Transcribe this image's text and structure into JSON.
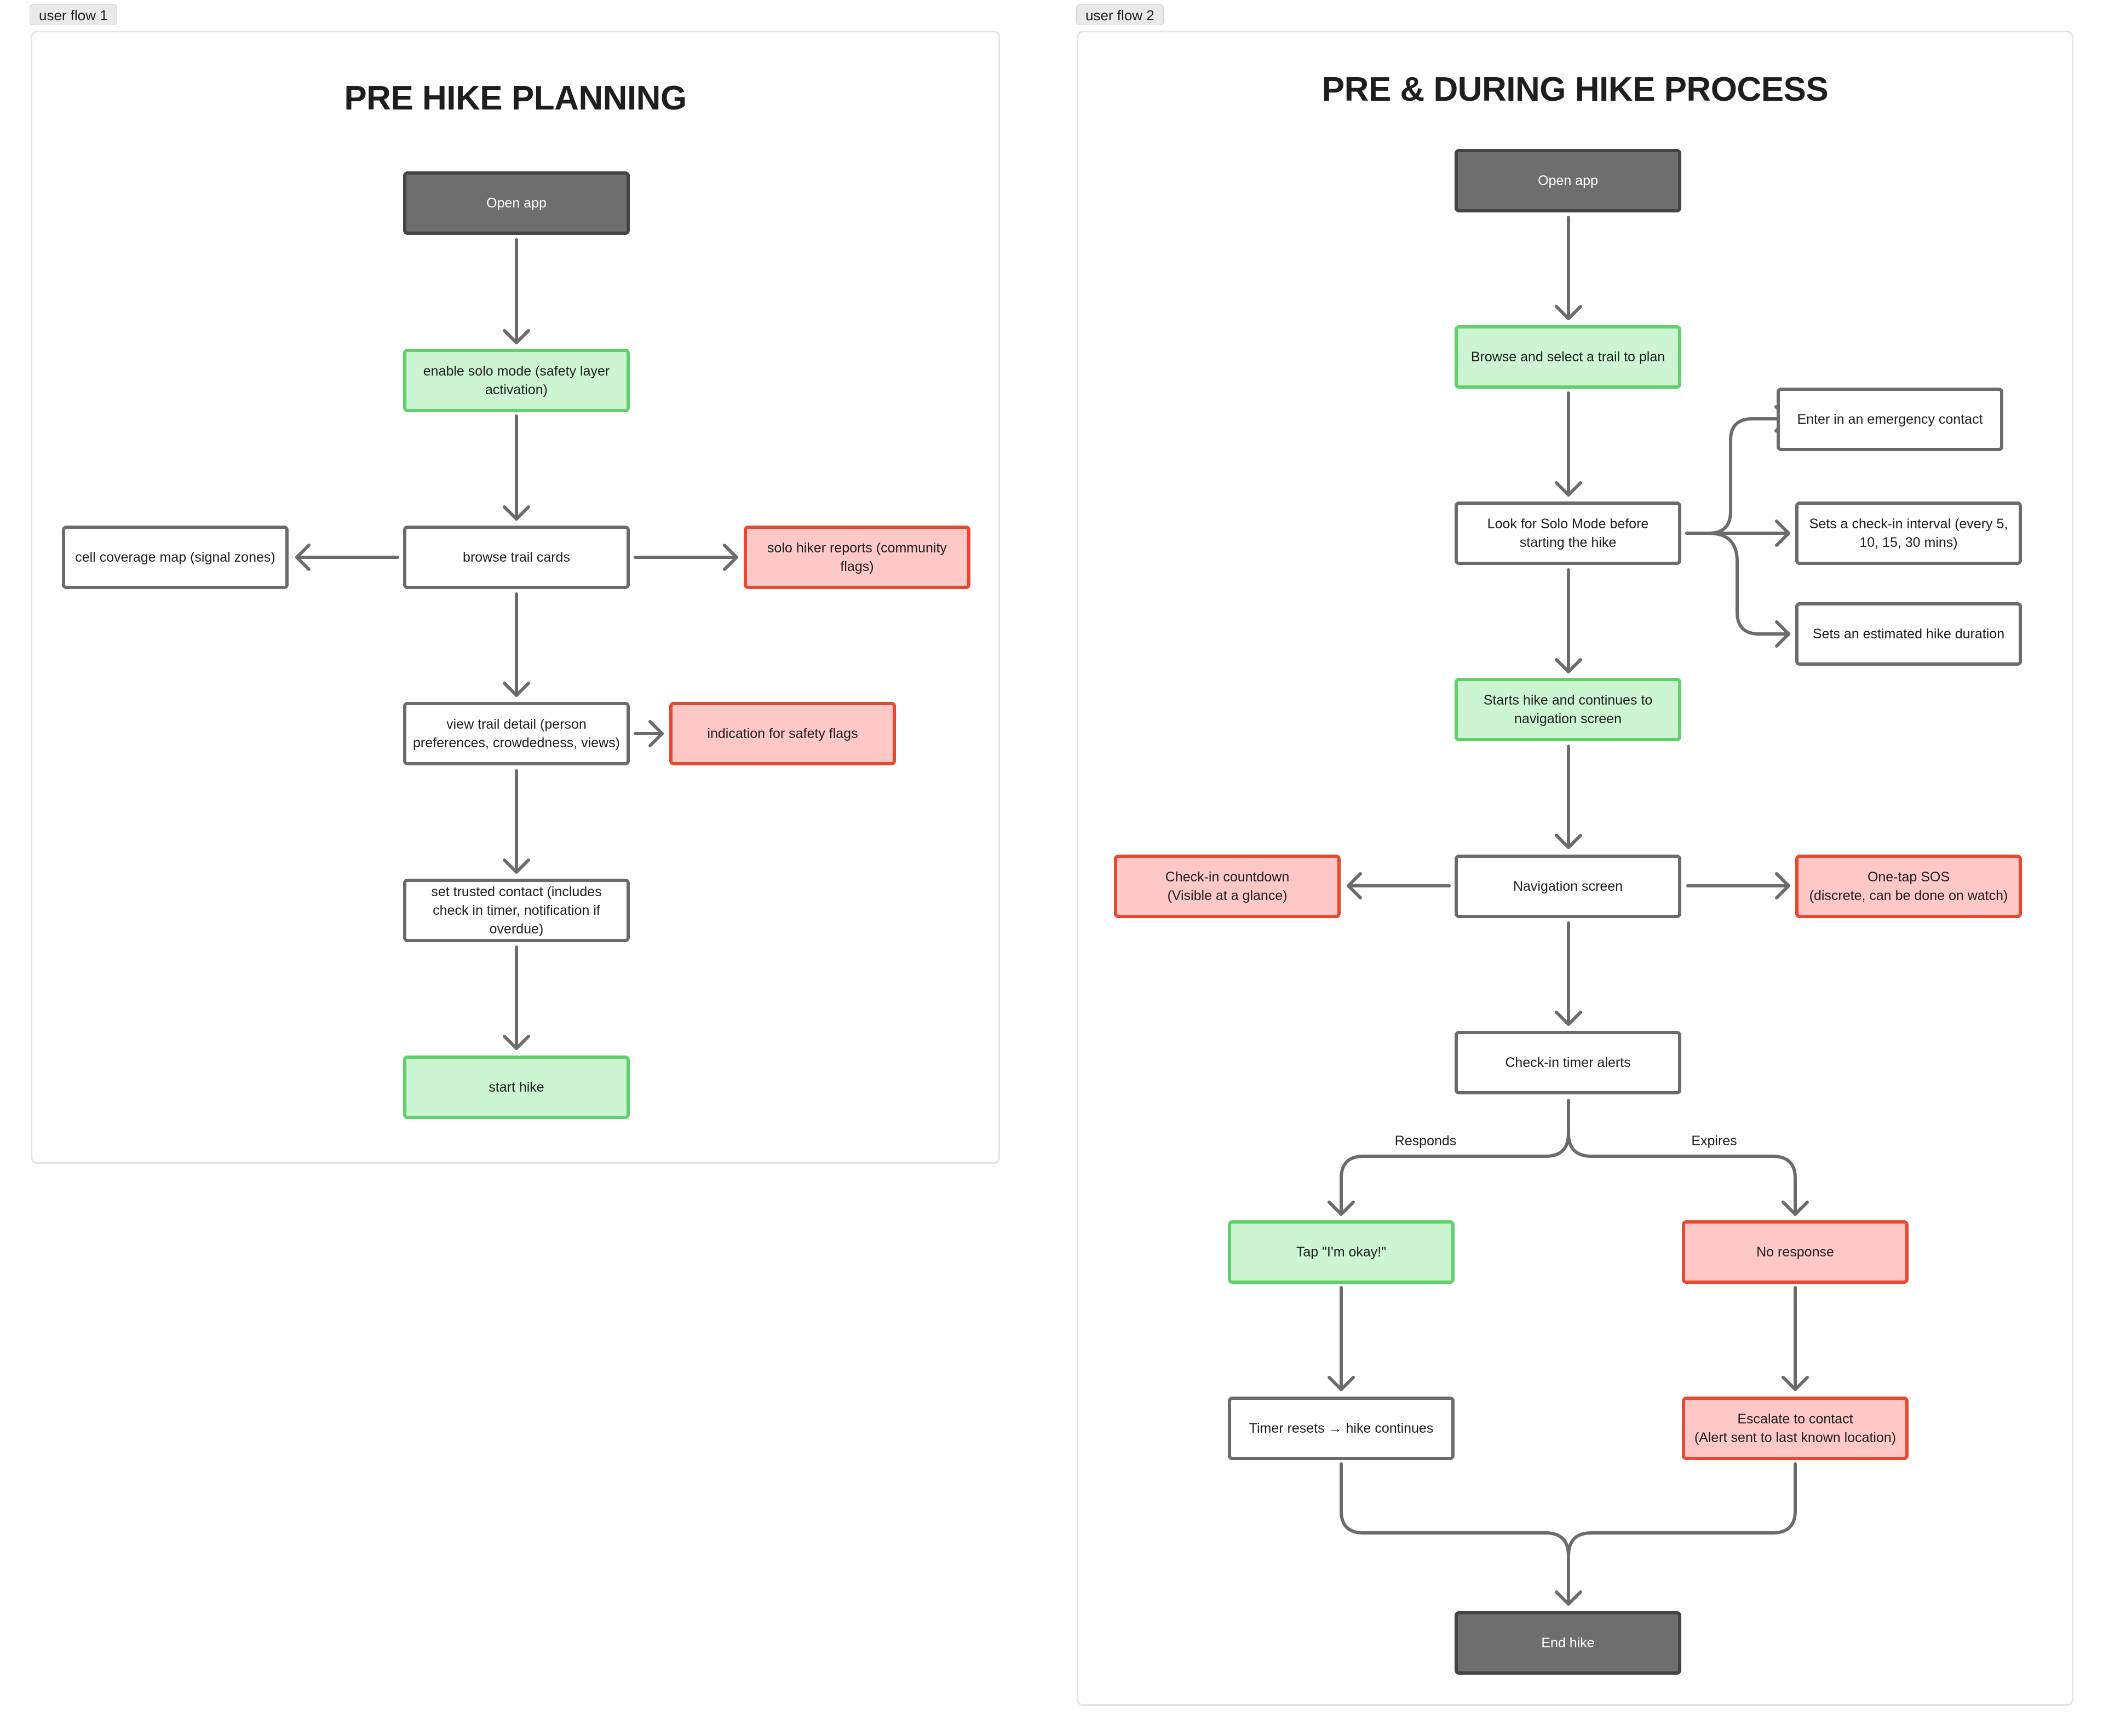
{
  "flow1": {
    "frame_label": "user flow 1",
    "title": "PRE HIKE PLANNING",
    "nodes": {
      "open_app": "Open app",
      "enable_solo": "enable solo mode (safety layer activation)",
      "browse_cards": "browse trail cards",
      "coverage_map": "cell coverage map (signal zones)",
      "solo_reports": "solo hiker reports (community flags)",
      "trail_detail": "view trail detail (person preferences, crowdedness, views)",
      "safety_flags": "indication for safety flags",
      "trusted_contact": "set trusted contact (includes check in timer, notification if overdue)",
      "start_hike": "start hike"
    }
  },
  "flow2": {
    "frame_label": "user flow 2",
    "title": "PRE & DURING HIKE PROCESS",
    "nodes": {
      "open_app": "Open app",
      "browse_select": "Browse and select a trail to plan",
      "look_solo": "Look for Solo Mode before starting the hike",
      "emergency_contact": "Enter in an emergency contact",
      "checkin_interval": "Sets a check-in interval (every 5, 10, 15, 30 mins)",
      "estimated_duration": "Sets an estimated hike duration",
      "starts_hike": "Starts hike and continues to navigation screen",
      "navigation": "Navigation screen",
      "checkin_countdown": "Check-in countdown\n(Visible at a glance)",
      "one_tap_sos": "One-tap SOS\n(discrete, can be done on watch)",
      "timer_alerts": "Check-in timer alerts",
      "tap_okay": "Tap \"I'm okay!\"",
      "no_response": "No response",
      "timer_resets": "Timer resets → hike continues",
      "escalate": "Escalate to contact\n(Alert sent to last known location)",
      "end_hike": "End hike"
    },
    "edge_labels": {
      "responds": "Responds",
      "expires": "Expires"
    }
  },
  "colors": {
    "dark_fill": "#6e6e6e",
    "green_fill": "#ccf5d2",
    "green_border": "#5fd06c",
    "red_fill": "#fdc8c5",
    "red_border": "#e8482f",
    "connector": "#6b6b6b"
  }
}
